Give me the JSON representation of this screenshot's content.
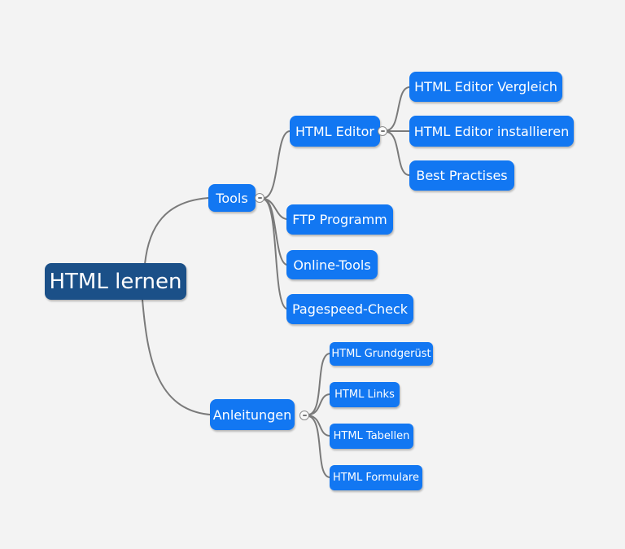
{
  "theme": {
    "background": "#f3f3f3",
    "node_color": "#1277f2",
    "root_color": "#1b5088",
    "text_color": "#ffffff",
    "connector_color": "#7a7a7a"
  },
  "mindmap": {
    "root": {
      "label": "HTML lernen"
    },
    "branches": [
      {
        "label": "Tools",
        "toggle": {
          "icon": "minus-icon",
          "state": "expanded"
        },
        "children": [
          {
            "label": "HTML Editor",
            "toggle": {
              "icon": "minus-icon",
              "state": "expanded"
            },
            "children": [
              {
                "label": "HTML Editor Vergleich"
              },
              {
                "label": "HTML Editor installieren"
              },
              {
                "label": "Best Practises"
              }
            ]
          },
          {
            "label": "FTP Programm"
          },
          {
            "label": "Online-Tools"
          },
          {
            "label": "Pagespeed-Check"
          }
        ]
      },
      {
        "label": "Anleitungen",
        "toggle": {
          "icon": "minus-icon",
          "state": "expanded"
        },
        "children": [
          {
            "label": "HTML Grundgerüst"
          },
          {
            "label": "HTML Links"
          },
          {
            "label": "HTML Tabellen"
          },
          {
            "label": "HTML Formulare"
          }
        ]
      }
    ]
  }
}
